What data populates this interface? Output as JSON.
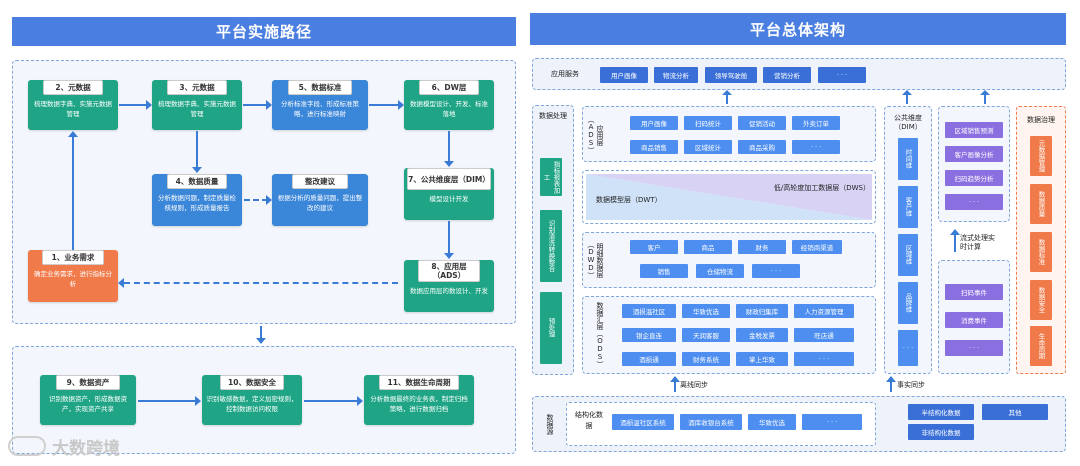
{
  "left": {
    "title": "平台实施路径",
    "nodes": {
      "n2": {
        "title": "2、元数据",
        "body": "梳理数据字典、实施元数据管理"
      },
      "n3": {
        "title": "3、元数据",
        "body": "梳理数据字典、实施元数据管理"
      },
      "n5": {
        "title": "5、数据标准",
        "body": "分析标准字段、形成标准策略，进行标准映射"
      },
      "n6": {
        "title": "6、DW层",
        "body": "数据模型设计、开发、标准落地"
      },
      "n4": {
        "title": "4、数据质量",
        "body": "分析数据问题，制定质量检核规则，形成质量报告"
      },
      "nz": {
        "title": "整改建议",
        "body": "根据分析的质量问题，提出整改的建议"
      },
      "n7": {
        "title": "7、公共维度层（DIM）",
        "body": "模型设计开发"
      },
      "n1": {
        "title": "1、业务需求",
        "body": "确定业务需求，进行指标分析"
      },
      "n8": {
        "title": "8、应用层（ADS）",
        "body": "数据应用层的数设计、开发"
      },
      "n9": {
        "title": "9、数据资产",
        "body": "识别数据资产，形成数据资产，实现资产共享"
      },
      "n10": {
        "title": "10、数据安全",
        "body": "识别敏感数据，定义加密规则，控制数据访问权限"
      },
      "n11": {
        "title": "11、数据生命周期",
        "body": "分析数据最终的业务表，制定归档策略，进行数据归档"
      }
    }
  },
  "right": {
    "title": "平台总体架构",
    "app_service": {
      "label": "应用服务",
      "items": [
        "用户画像",
        "物流分析",
        "领导驾驶舱",
        "营销分析",
        "· · ·"
      ]
    },
    "processing": {
      "label": "数据处理",
      "items": [
        "指标报表加工",
        "识别清洗转换整合",
        "预处理"
      ]
    },
    "ads": {
      "label": "应用层（ADS）",
      "items": [
        "用户画像",
        "扫码统计",
        "促销活动",
        "外卖订单",
        "商品销售",
        "区域统计",
        "商品采购",
        "· · ·"
      ]
    },
    "dwt": {
      "label": "数据模型层（DWT）",
      "label2": "低/高轮度加工数据层（DWS）"
    },
    "dwd": {
      "label": "明细数据层（DWD）",
      "items": [
        "客户",
        "商品",
        "财务",
        "经销商渠道",
        "销售",
        "仓储物流",
        "· · ·"
      ]
    },
    "ods": {
      "label": "数据汇层（ODS）",
      "items": [
        "酒损温社区",
        "华致优选",
        "财政归集库",
        "人力资源管理",
        "银企直连",
        "天润客服",
        "金税发票",
        "旺店通",
        "酒损通",
        "财务系统",
        "掌上华致",
        "· · ·"
      ]
    },
    "dim": {
      "label": "公共维度（DIM）",
      "items": [
        "时间维",
        "客户维",
        "区域维",
        "品牌维",
        "· · ·"
      ]
    },
    "region": {
      "items": [
        "区域销售预测",
        "客户画像分析",
        "扫码趋势分析",
        "· · ·"
      ]
    },
    "stream": {
      "label": "流式处理实时计算",
      "items": [
        "扫码事件",
        "消费事件",
        "· · ·"
      ]
    },
    "governance": {
      "label": "数据治理",
      "items": [
        "元数据管理",
        "数据质量",
        "数据标准",
        "数据安全",
        "生命周期"
      ]
    },
    "sync_offline": "离线同步",
    "sync_realtime": "事实同步",
    "source": {
      "label": "数据源",
      "structured": "结构化数据",
      "items": [
        "酒损温社区系统",
        "酒库收银台系统",
        "华致优选",
        "· · ·"
      ],
      "semi": "半结构化数据",
      "other": "其他",
      "unstructured": "非结构化数据"
    }
  },
  "watermark": "大数跨境"
}
